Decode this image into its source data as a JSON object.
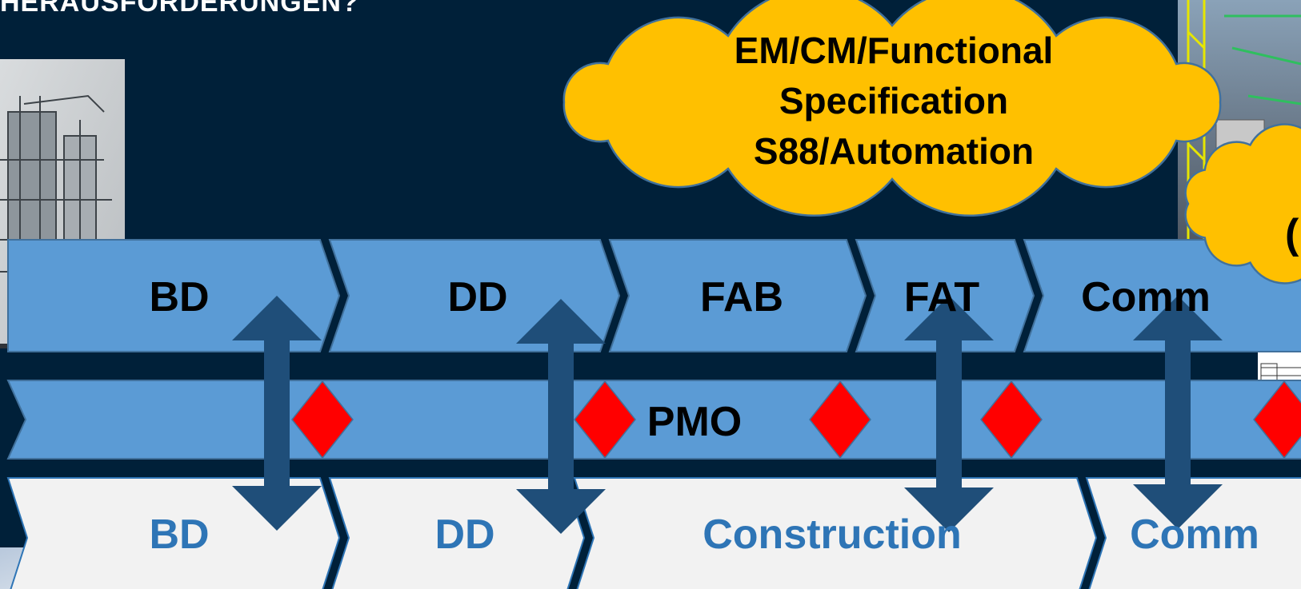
{
  "slide": {
    "heading": "HERAUSFORDERUNGEN?",
    "colors": {
      "background": "#002039",
      "phase_blue": "#5b9bd5",
      "phase_light": "#f2f2f2",
      "arrow": "#1f4e79",
      "milestone": "#ff0000",
      "cloud": "#ffc000",
      "label_blue": "#2e75b6"
    }
  },
  "top_row": {
    "phases": [
      "BD",
      "DD",
      "FAB",
      "FAT",
      "Comm"
    ]
  },
  "middle_row": {
    "label": "PMO",
    "milestone_icon": "red-diamond-icon"
  },
  "bottom_row": {
    "phases": [
      "BD",
      "DD",
      "Construction",
      "Comm"
    ]
  },
  "cloud_main": {
    "lines": [
      "EM/CM/Functional",
      "Specification",
      "S88/Automation"
    ]
  },
  "cloud_right": {
    "visible_text": "("
  },
  "images": {
    "left_photo": "plant-rendering-photo",
    "right_photo": "plant-3d-model-photo",
    "right_diagram": "p-and-id-drawing",
    "corner_thumb": "slide-thumbnail"
  }
}
